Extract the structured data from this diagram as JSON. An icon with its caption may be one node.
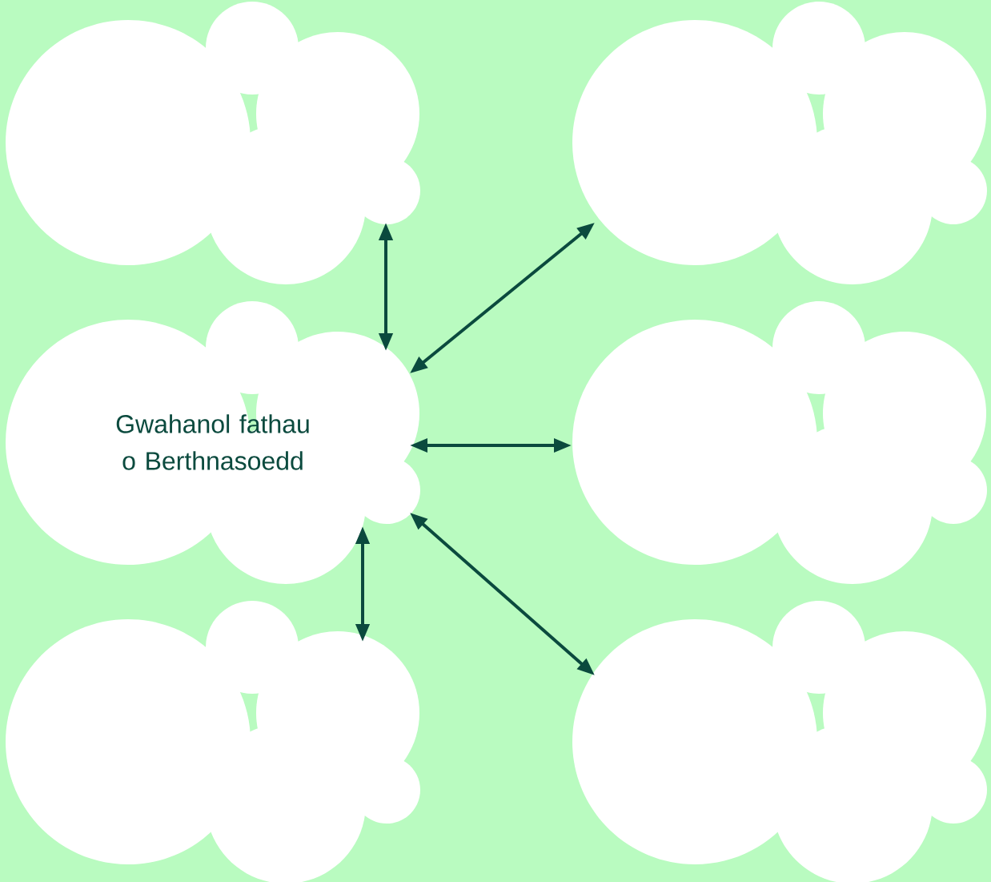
{
  "diagram": {
    "nodes": [
      {
        "text": [],
        "shape": "cloud"
      },
      {
        "text": [],
        "shape": "cloud"
      },
      {
        "text": [
          "Gwahanol fathau o Berthnasoedd"
        ]
      },
      {
        "text": [],
        "shape": "cloud"
      },
      {
        "text": [],
        "shape": "cloud"
      },
      {
        "text": [],
        "shape": "cloud"
      }
    ],
    "edges": [
      {
        "from": 2,
        "to": 0,
        "arrow": "both"
      },
      {
        "from": 2,
        "to": 1,
        "arrow": "both"
      },
      {
        "from": 2,
        "to": 3,
        "arrow": "both"
      },
      {
        "from": 2,
        "to": 4,
        "arrow": "both"
      },
      {
        "from": 2,
        "to": 5,
        "arrow": "both"
      }
    ]
  }
}
